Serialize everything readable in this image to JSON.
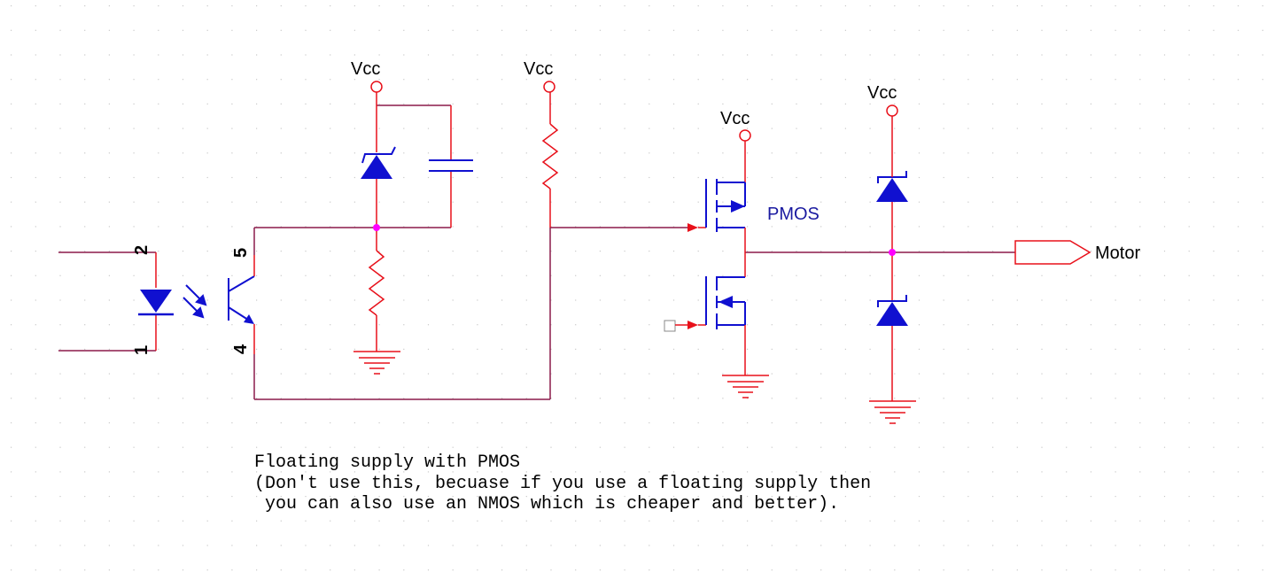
{
  "colors": {
    "wire": "#8b1a4a",
    "lead": "#e8101a",
    "part": "#1010d0",
    "junction": "#ff00ff",
    "grid": "#c9c9c9",
    "text": "#000000"
  },
  "labels": {
    "vcc_1": "Vcc",
    "vcc_2": "Vcc",
    "vcc_3": "Vcc",
    "vcc_4": "Vcc",
    "pmos": "PMOS",
    "motor": "Motor"
  },
  "optocoupler_pins": {
    "pin_1": "1",
    "pin_2": "2",
    "pin_4": "4",
    "pin_5": "5"
  },
  "note": {
    "line_1": "Floating supply with PMOS",
    "line_2": "(Don't use this, becuase if you use a floating supply then",
    "line_3": " you can also use an NMOS which is cheaper and better)."
  }
}
